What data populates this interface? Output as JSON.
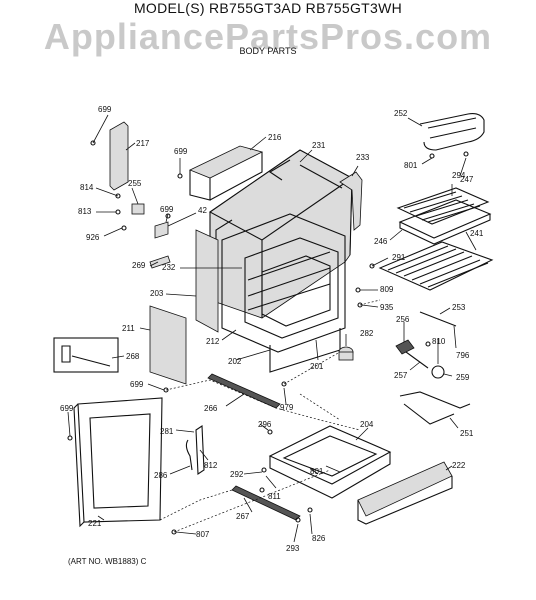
{
  "header": {
    "model_line": "MODEL(S) RB755GT3AD  RB755GT3WH",
    "watermark": "AppliancePartsPros.com",
    "section": "BODY PARTS"
  },
  "footer": {
    "art_number": "(ART NO. WB1883) C"
  },
  "callouts": {
    "c699a": "699",
    "c217": "217",
    "c216": "216",
    "c699b": "699",
    "c231": "231",
    "c233": "233",
    "c252": "252",
    "c801a": "801",
    "c294": "294",
    "c814": "814",
    "c255": "255",
    "c813": "813",
    "c699c": "699",
    "c42": "42",
    "c926": "926",
    "c247": "247",
    "c246": "246",
    "c241": "241",
    "c291": "291",
    "c269": "269",
    "c232": "232",
    "c809": "809",
    "c203": "203",
    "c935": "935",
    "c253": "253",
    "c211": "211",
    "c256": "256",
    "c282": "282",
    "c810": "810",
    "c268": "268",
    "c212": "212",
    "c796": "796",
    "c202": "202",
    "c201": "201",
    "c257": "257",
    "c259": "259",
    "c699d": "699",
    "c699e": "699",
    "c266": "266",
    "c979": "979",
    "c204": "204",
    "c251": "251",
    "c281": "281",
    "c296": "296",
    "c812": "812",
    "c801b": "801",
    "c222": "222",
    "c286": "286",
    "c292": "292",
    "c811": "811",
    "c267": "267",
    "c221": "221",
    "c807": "807",
    "c826": "826",
    "c293": "293"
  }
}
